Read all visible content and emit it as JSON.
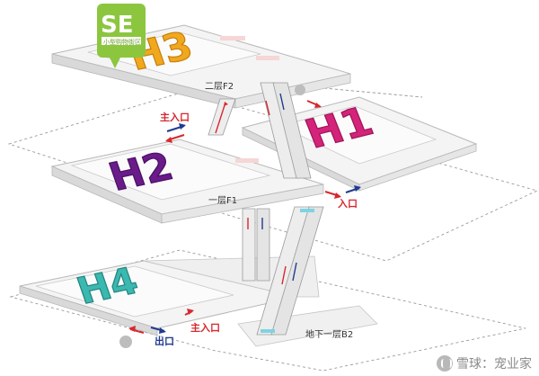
{
  "logo": {
    "text": "SE",
    "lettering": [
      "小型购物街区"
    ],
    "color": "#8cc63f"
  },
  "floors": {
    "f2": "二层F2",
    "f1": "一层F1",
    "b2": "地下一层B2"
  },
  "halls": {
    "h1": {
      "text": "H1",
      "color": "#d4237a"
    },
    "h2": {
      "text": "H2",
      "color": "#6a1b8a"
    },
    "h3": {
      "text": "H3",
      "color": "#f2a81d"
    },
    "h4": {
      "text": "H4",
      "color": "#3bb8b0"
    }
  },
  "entrances": {
    "main_left": "主入口",
    "right": "入口",
    "main_bottom": "主入口",
    "exit": "出口"
  },
  "watermark": {
    "text": "雪球：宠业家"
  },
  "colors": {
    "arrow_in": "#d7282f",
    "arrow_out": "#1f3b8f"
  }
}
